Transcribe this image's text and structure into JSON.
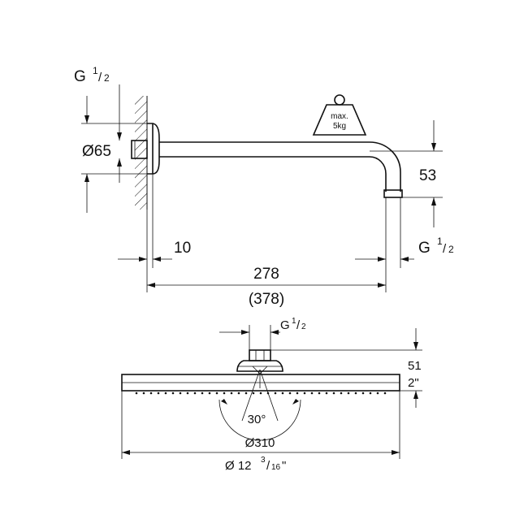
{
  "top_view": {
    "inlet_thread": {
      "g": "G",
      "num": "1",
      "den": "2"
    },
    "flange_diameter": "Ø65",
    "wall_offset": "10",
    "arm_length": "278",
    "arm_length_alt": "(378)",
    "drop": "53",
    "outlet_thread": {
      "g": "G",
      "num": "1",
      "den": "2"
    },
    "weight_label": {
      "line1": "max.",
      "line2": "5kg"
    }
  },
  "bottom_view": {
    "inlet_thread": {
      "g": "G",
      "num": "1",
      "den": "2"
    },
    "height_mm": "51",
    "height_in": "2\"",
    "tilt_angle": "30°",
    "head_diameter_mm": "Ø310",
    "head_diameter_in": {
      "prefix": "Ø 12",
      "num": "3",
      "den": "16",
      "suffix": "\""
    }
  }
}
